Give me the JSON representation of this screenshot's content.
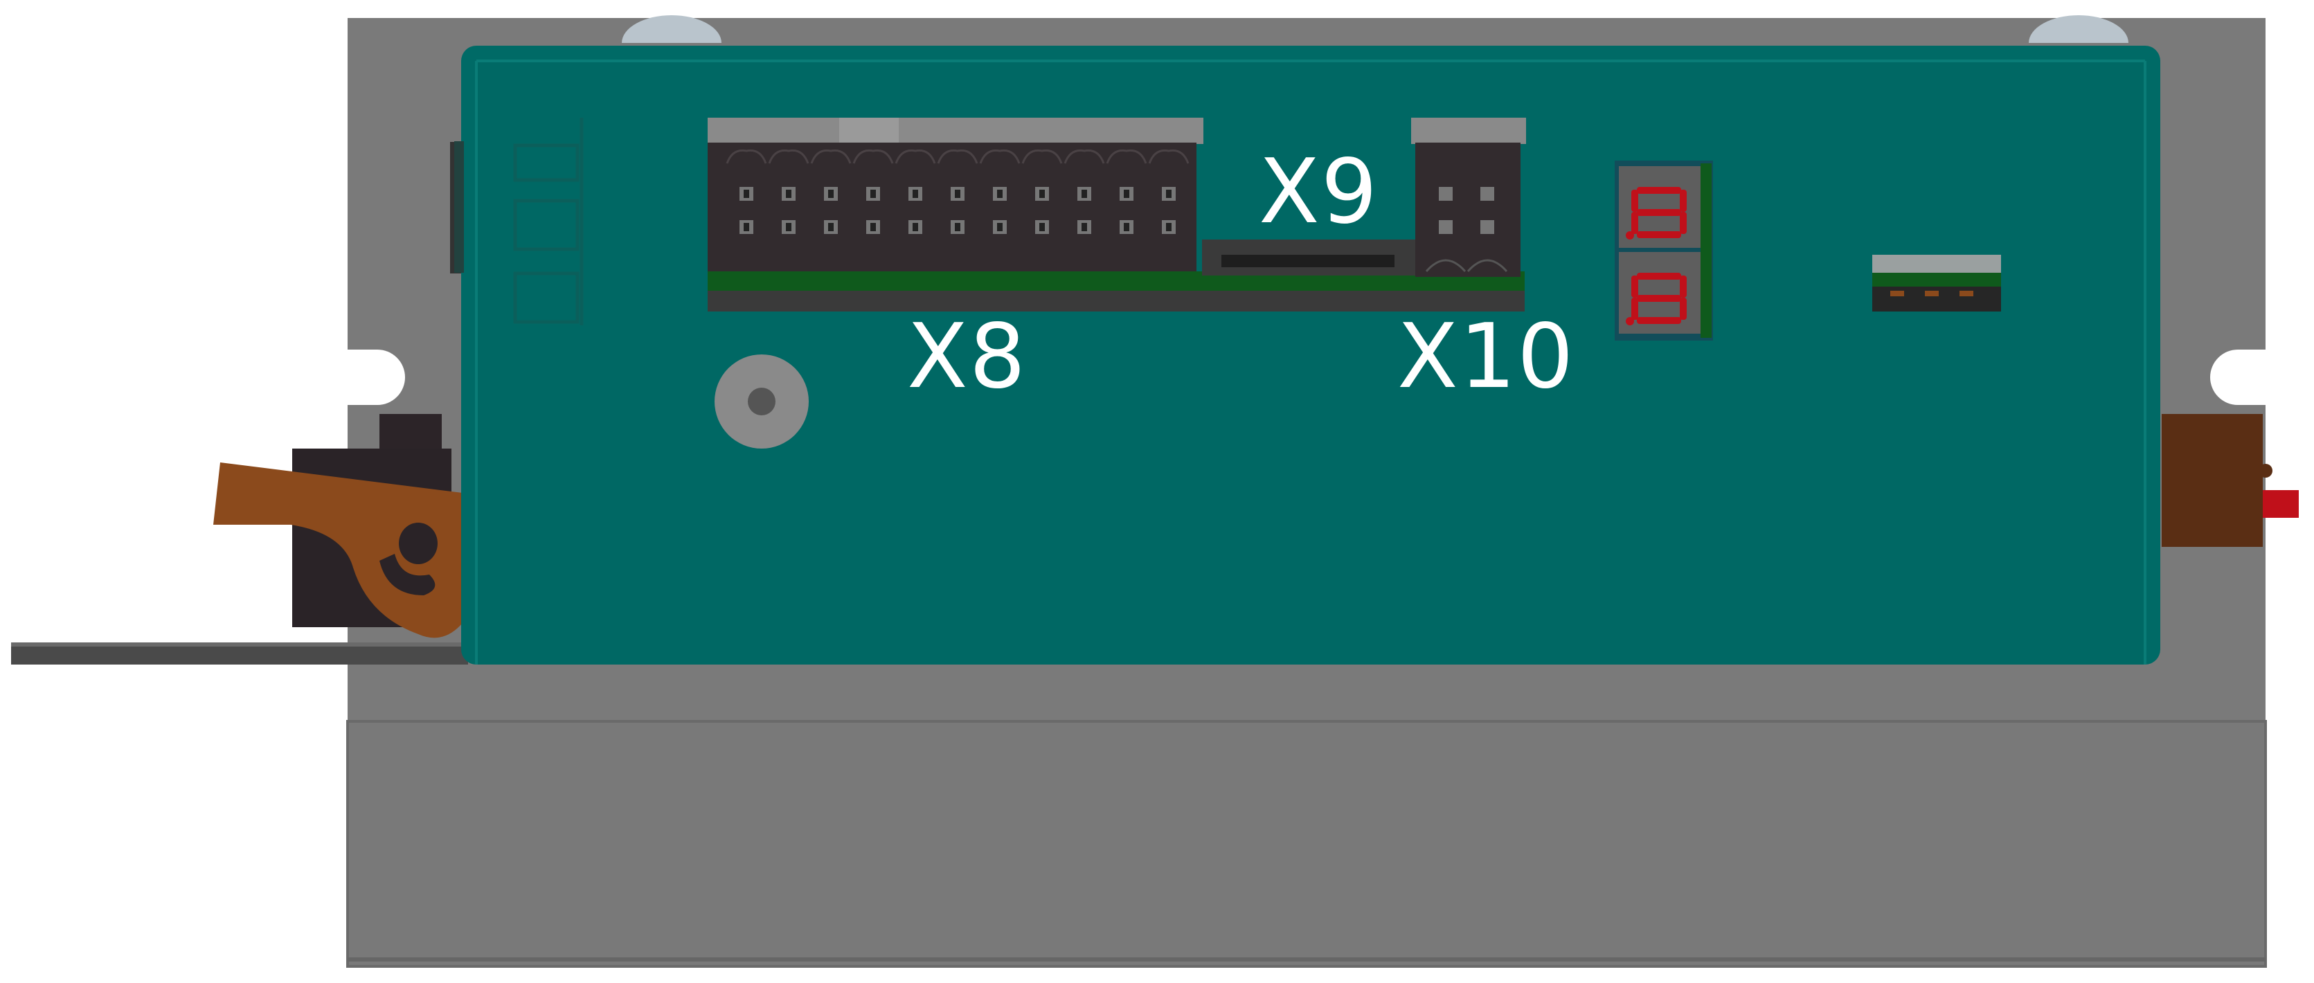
{
  "connectors": {
    "x8": {
      "label": "X8"
    },
    "x9": {
      "label": "X9"
    },
    "x10": {
      "label": "X10"
    }
  },
  "display": {
    "digits": [
      "8",
      "8"
    ]
  },
  "colors": {
    "enclosure": "#7a7a7a",
    "pcb_cover": "#006a66",
    "connector_body": "#322b2e",
    "pcb_green": "#0f5a1c",
    "lever": "#8b4a1c",
    "segment_red": "#c0101a"
  },
  "icons": [
    "screw-icon",
    "mounting-hole-icon",
    "lever-icon",
    "seven-segment-icon"
  ]
}
